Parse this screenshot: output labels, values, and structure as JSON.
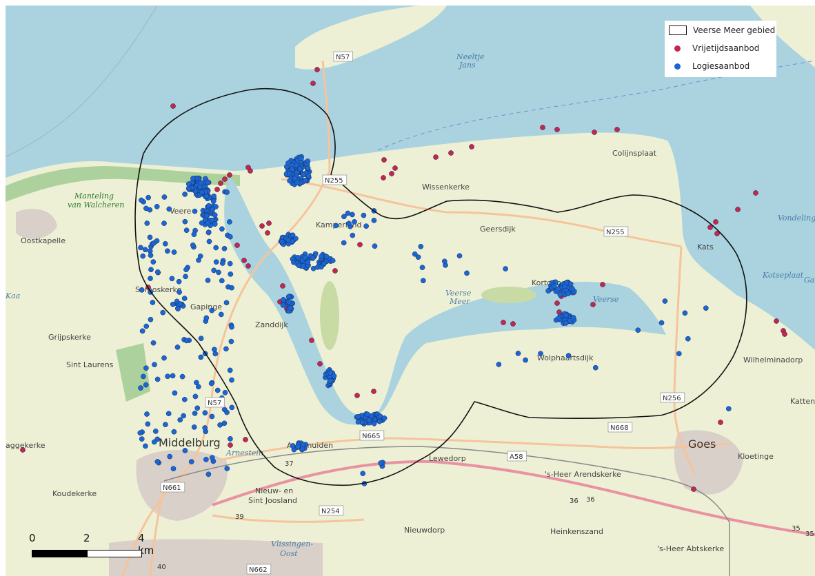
{
  "legend": {
    "items": [
      {
        "label": "Veerse Meer gebied",
        "symbol": "area-outline",
        "color": "#111111"
      },
      {
        "label": "Vrijetijdsaanbod",
        "symbol": "point",
        "color": "#c7254e"
      },
      {
        "label": "Logiesaanbod",
        "symbol": "point",
        "color": "#1a66d6"
      }
    ]
  },
  "scale": {
    "labels": [
      "0",
      "2",
      "4 km"
    ]
  },
  "places": {
    "middelburg": "Middelburg",
    "goes": "Goes",
    "oostkapelle": "Oostkapelle",
    "serooskerke": "Serooskerke",
    "grijpskerke": "Grijpskerke",
    "sint_laurens": "Sint Laurens",
    "koudekerke": "Koudekerke",
    "nieuw_sint_joosland_1": "Nieuw- en",
    "nieuw_sint_joosland_2": "Sint Joosland",
    "vlissingen_1": "Vlissingen-",
    "vlissingen_2": "Oost",
    "nieuwdorp": "Nieuwdorp",
    "heinkenszand": "Heinkenszand",
    "heer_abtskerke": "'s-Heer Abtskerke",
    "heer_arendskerke": "'s-Heer Arendskerke",
    "lewedorp": "Lewedorp",
    "kloetinge": "Kloetinge",
    "wilhelminadorp": "Wilhelminadorp",
    "katten": "Katten",
    "kats": "Kats",
    "colijnsplaat": "Colijnsplaat",
    "wissenkerke": "Wissenkerke",
    "geersdijk": "Geersdijk",
    "kamperland": "Kamperland",
    "kortgene": "Kortgene",
    "wolphaartsdijk": "Wolphaartsdijk",
    "arnestein": "Arnestein",
    "arnemuiden": "Arnemuiden",
    "veere": "Veere",
    "gapinge": "Gapinge",
    "zanddijk": "Zanddijk",
    "aggekerke": "aggekerke",
    "manteling_1": "Manteling",
    "manteling_2": "van Walcheren",
    "veerse_meer_1": "Veerse",
    "veerse_meer_2": "Meer",
    "veerse_2": "Veerse",
    "neeltje_jans_1": "Neeltje",
    "neeltje_jans_2": "Jans",
    "vondelingsplaat": "Vondelingsp",
    "galgeplaat": "Gal",
    "kaaij": "Kaa",
    "koelplaat": "Kotseplaat"
  },
  "roads": [
    "N57",
    "N255",
    "N255",
    "N57",
    "N665",
    "N668",
    "N256",
    "A58",
    "N661",
    "N254",
    "N662"
  ],
  "road_numbers": [
    "36",
    "36",
    "39",
    "37",
    "35",
    "35",
    "40"
  ],
  "colors": {
    "sea": "#aad3df",
    "land": "#eef0d5",
    "farmland": "#dfe8c0",
    "forest": "#acd19c",
    "urban": "#d9d0c9",
    "study_area": "#111111",
    "leisure": "#c7254e",
    "lodging": "#1a66d6"
  }
}
